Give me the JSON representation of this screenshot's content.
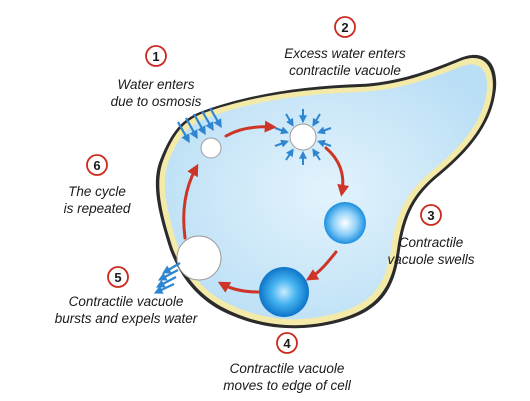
{
  "diagram": {
    "steps": [
      {
        "number": "1",
        "lines": [
          "Water enters",
          "due to osmosis"
        ]
      },
      {
        "number": "2",
        "lines": [
          "Excess water enters",
          "contractile vacuole"
        ]
      },
      {
        "number": "3",
        "lines": [
          "Contractile",
          "vacuole swells"
        ]
      },
      {
        "number": "4",
        "lines": [
          "Contractile vacuole",
          "moves to edge of cell"
        ]
      },
      {
        "number": "5",
        "lines": [
          "Contractile vacuole",
          "bursts and expels water"
        ]
      },
      {
        "number": "6",
        "lines": [
          "The cycle",
          "is repeated"
        ]
      }
    ],
    "colors": {
      "cell_fill": "#cfe9f8",
      "cell_membrane": "#f3e9a8",
      "cell_outline": "#2b2b2b",
      "arrow": "#cc3527",
      "water_arrows": "#2f86d0",
      "vacuole_blue": "#1b8fe0",
      "badge_ring": "#cc2a1e"
    }
  }
}
